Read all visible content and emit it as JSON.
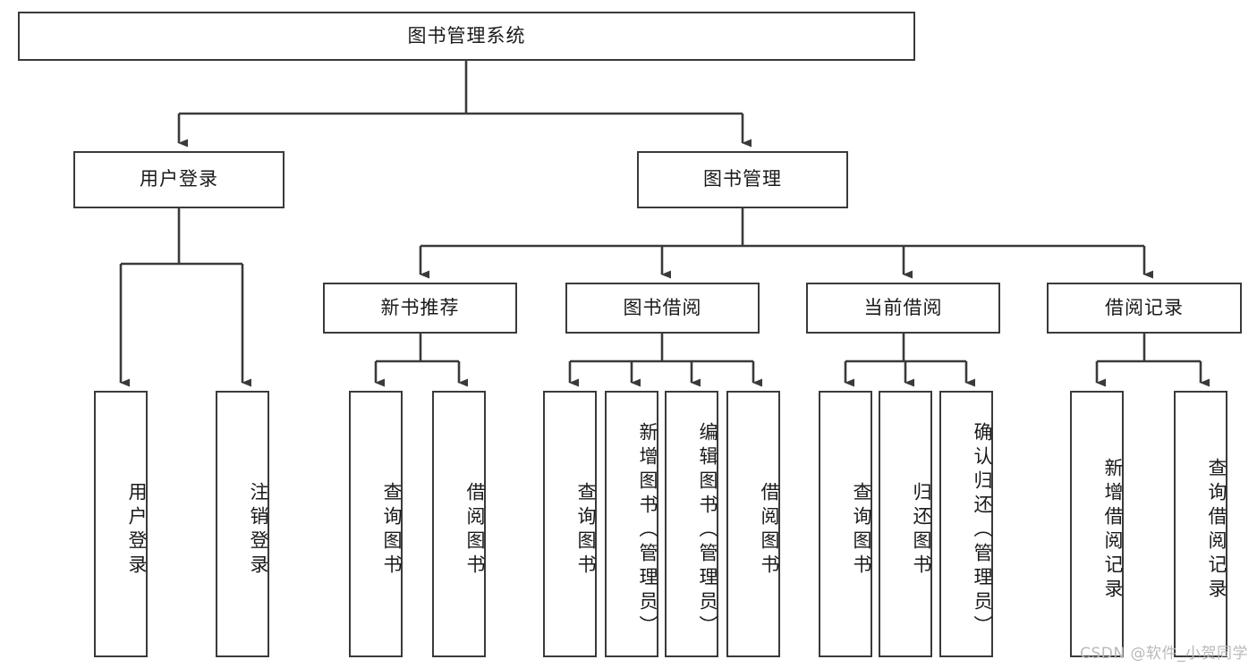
{
  "diagram": {
    "title": "图书管理系统",
    "type": "hierarchy-tree",
    "root": {
      "label": "图书管理系统"
    },
    "level1": [
      {
        "label": "用户登录"
      },
      {
        "label": "图书管理"
      }
    ],
    "level2": [
      {
        "label": "新书推荐"
      },
      {
        "label": "图书借阅"
      },
      {
        "label": "当前借阅"
      },
      {
        "label": "借阅记录"
      }
    ],
    "leaves": {
      "user_login": [
        {
          "label": "用户登录"
        },
        {
          "label": "注销登录"
        }
      ],
      "new_book_recommend": [
        {
          "label": "查询图书"
        },
        {
          "label": "借阅图书"
        }
      ],
      "book_borrow": [
        {
          "label": "查询图书"
        },
        {
          "label": "新增图书（管理员）"
        },
        {
          "label": "编辑图书（管理员）"
        },
        {
          "label": "借阅图书"
        }
      ],
      "current_borrow": [
        {
          "label": "查询图书"
        },
        {
          "label": "归还图书"
        },
        {
          "label": "确认归还（管理员）"
        }
      ],
      "borrow_record": [
        {
          "label": "新增借阅记录"
        },
        {
          "label": "查询借阅记录"
        }
      ]
    }
  },
  "watermark": {
    "text": "CSDN @软件_小贺同学"
  },
  "colors": {
    "box_border": "#3a3a3a",
    "box_fill": "#ffffff",
    "connector": "#3a3a3a",
    "text": "#1a1a1a",
    "watermark": "#b9b9b9"
  }
}
